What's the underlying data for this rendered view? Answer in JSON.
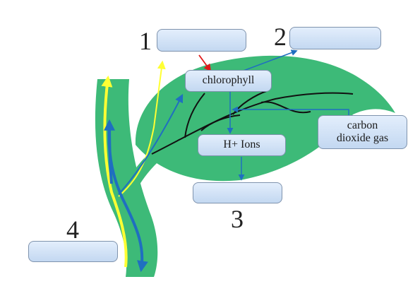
{
  "labels": {
    "chlorophyll": "chlorophyll",
    "h_ions": "H+ Ions",
    "carbon_dioxide": "carbon dioxide gas"
  },
  "numbers": {
    "n1": "1",
    "n2": "2",
    "n3": "3",
    "n4": "4"
  },
  "blanks": {
    "b1": "",
    "b2": "",
    "b3": "",
    "b4": ""
  },
  "colors": {
    "leaf": "#3dba78",
    "stem": "#3dba78",
    "blue_flow": "#1f6fc0",
    "yellow_flow": "#ffff33",
    "red_arrow": "#e01919",
    "vein": "#111111",
    "box_fill": "#d4e3f7",
    "box_border": "#7f93ad"
  }
}
